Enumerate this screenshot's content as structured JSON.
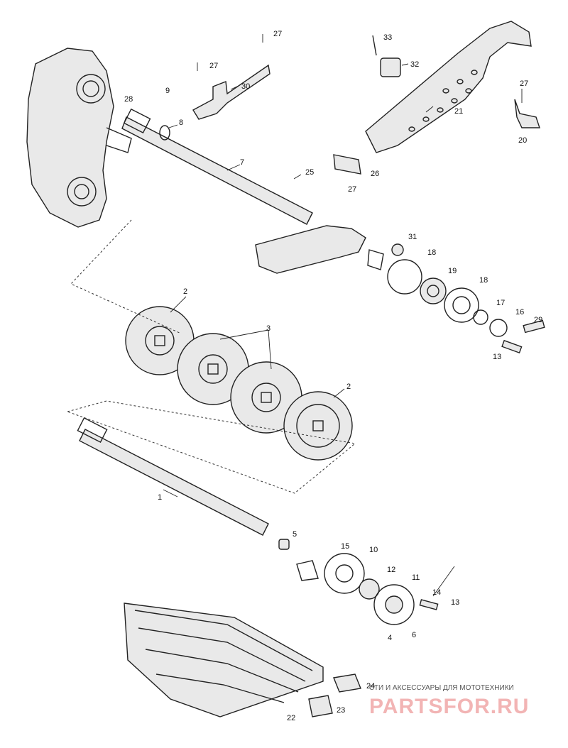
{
  "callouts": [
    {
      "id": "c1",
      "text": "1"
    },
    {
      "id": "c2a",
      "text": "2"
    },
    {
      "id": "c2b",
      "text": "2"
    },
    {
      "id": "c3",
      "text": "3"
    },
    {
      "id": "c4",
      "text": "4"
    },
    {
      "id": "c5",
      "text": "5"
    },
    {
      "id": "c6",
      "text": "6"
    },
    {
      "id": "c7",
      "text": "7"
    },
    {
      "id": "c8",
      "text": "8"
    },
    {
      "id": "c9",
      "text": "9"
    },
    {
      "id": "c10",
      "text": "10"
    },
    {
      "id": "c11",
      "text": "11"
    },
    {
      "id": "c12",
      "text": "12"
    },
    {
      "id": "c13a",
      "text": "13"
    },
    {
      "id": "c13b",
      "text": "13"
    },
    {
      "id": "c14",
      "text": "14"
    },
    {
      "id": "c15",
      "text": "15"
    },
    {
      "id": "c16",
      "text": "16"
    },
    {
      "id": "c17",
      "text": "17"
    },
    {
      "id": "c18a",
      "text": "18"
    },
    {
      "id": "c18b",
      "text": "18"
    },
    {
      "id": "c19",
      "text": "19"
    },
    {
      "id": "c20",
      "text": "20"
    },
    {
      "id": "c21",
      "text": "21"
    },
    {
      "id": "c22",
      "text": "22"
    },
    {
      "id": "c23",
      "text": "23"
    },
    {
      "id": "c24",
      "text": "24"
    },
    {
      "id": "c25",
      "text": "25"
    },
    {
      "id": "c26",
      "text": "26"
    },
    {
      "id": "c27a",
      "text": "27"
    },
    {
      "id": "c27b",
      "text": "27"
    },
    {
      "id": "c27c",
      "text": "27"
    },
    {
      "id": "c27d",
      "text": "27"
    },
    {
      "id": "c28",
      "text": "28"
    },
    {
      "id": "c29",
      "text": "29"
    },
    {
      "id": "c30",
      "text": "30"
    },
    {
      "id": "c31",
      "text": "31"
    },
    {
      "id": "c32",
      "text": "32"
    },
    {
      "id": "c33",
      "text": "33"
    }
  ],
  "watermark": {
    "tagline": "СТИ И АКСЕССУАРЫ ДЛЯ МОТОТЕХНИКИ",
    "brand": "PARTSFOR.RU",
    "color": "#f2b4b4"
  }
}
